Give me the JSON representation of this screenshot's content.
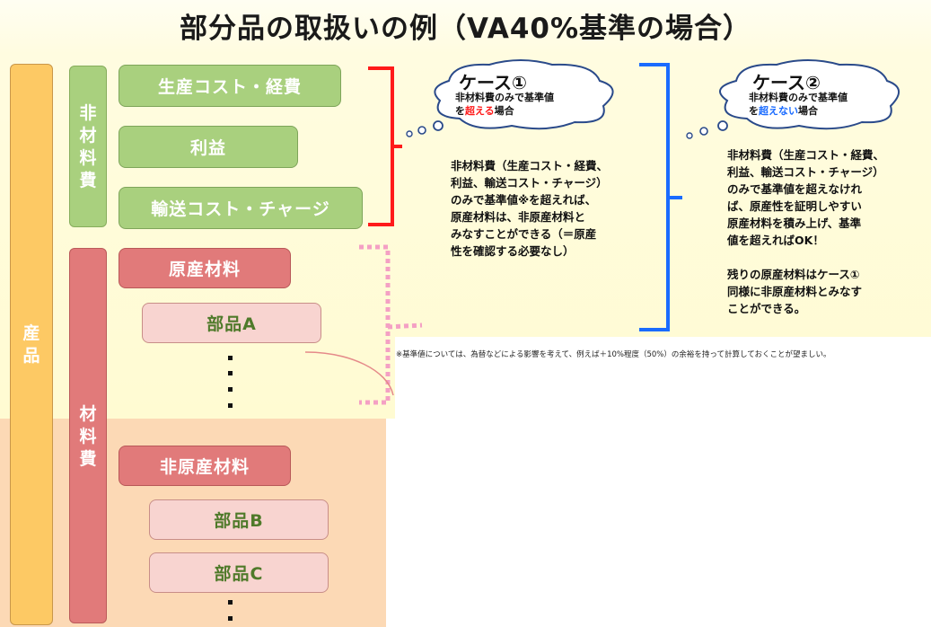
{
  "title": "部分品の取扱いの例（VA40%基準の場合）",
  "product_label": [
    "産",
    "品"
  ],
  "non_material_label": [
    "非",
    "材",
    "料",
    "費"
  ],
  "material_label": [
    "材",
    "料",
    "費"
  ],
  "non_material_items": [
    "生産コスト・経費",
    "利益",
    "輸送コスト・チャージ"
  ],
  "material_items": {
    "originating": "原産材料",
    "part_a": "部品A",
    "non_originating": "非原産材料",
    "part_b": "部品B",
    "part_c": "部品C"
  },
  "case1": {
    "title": "ケース①",
    "sub1": "非材料費のみで基準値",
    "sub2_pre": "を",
    "sub2_em": "超える",
    "sub2_post": "場合",
    "em_color": "#ff1a1a",
    "desc": "非材料費（生産コスト・経費、\n利益、輸送コスト・チャージ）\nのみで基準値※を超えれば、\n原産材料は、非原産材料と\nみなすことができる（＝原産\n性を確認する必要なし）"
  },
  "case2": {
    "title": "ケース②",
    "sub1": "非材料費のみで基準値",
    "sub2_pre": "を",
    "sub2_em": "超えない",
    "sub2_post": "場合",
    "em_color": "#1a6bff",
    "desc1": "非材料費（生産コスト・経費、\n利益、輸送コスト・チャージ）\nのみで基準値を超えなけれ\nば、原産性を証明しやすい\n原産材料を積み上げ、基準\n値を超えればOK！",
    "desc2": "残りの原産材料はケース①\n同様に非原産材料とみなす\nことができる。"
  },
  "footnote": "※基準値については、為替などによる影響を考えて、例えば＋10%程度（50%）の余裕を持って計算しておくことが望ましい。",
  "colors": {
    "product": "#fdc964",
    "non_material": "#a9d07e",
    "material": "#e17a7a",
    "bracket_red": "#ff1a1a",
    "bracket_blue": "#1a6bff",
    "bracket_pink": "#f4a0c4"
  }
}
